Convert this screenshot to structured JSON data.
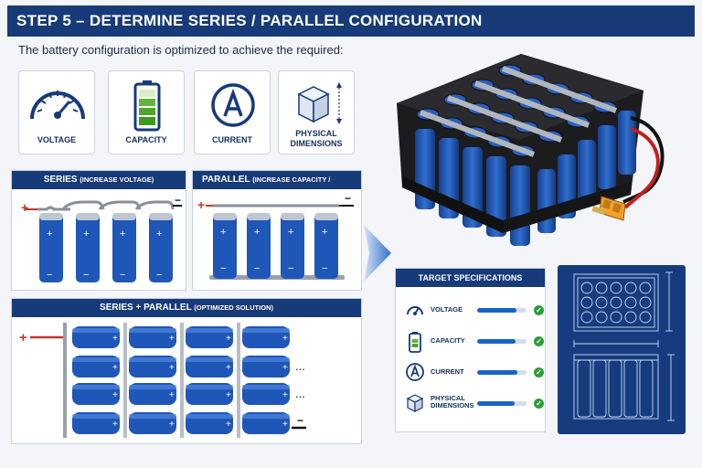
{
  "banner": {
    "title": "STEP 5 – DETERMINE SERIES / PARALLEL CONFIGURATION"
  },
  "intro": "The battery configuration is optimized to achieve the required:",
  "requirements": [
    {
      "label": "VOLTAGE",
      "icon": "gauge-icon"
    },
    {
      "label": "CAPACITY",
      "icon": "battery-icon"
    },
    {
      "label": "CURRENT",
      "icon": "ampere-icon"
    },
    {
      "label": "PHYSICAL DIMENSIONS",
      "icon": "cube-icon"
    }
  ],
  "series_panel": {
    "title": "SERIES",
    "note": "(INCREASE VOLTAGE)",
    "plus": "+",
    "minus": "−"
  },
  "parallel_panel": {
    "title": "PARALLEL",
    "note": "(INCREASE CAPACITY / CURRENT)",
    "plus": "+",
    "minus": "−"
  },
  "combo_panel": {
    "title": "SERIES + PARALLEL",
    "note": "(OPTIMIZED SOLUTION)",
    "plus": "+",
    "minus": "−",
    "ellipsis": "..."
  },
  "cell_marks": {
    "plus": "+",
    "minus": "−"
  },
  "spec": {
    "title": "TARGET SPECIFICATIONS",
    "rows": [
      {
        "label": "VOLTAGE",
        "icon": "gauge-icon",
        "progress": 0.8
      },
      {
        "label": "CAPACITY",
        "icon": "battery-icon",
        "progress": 0.78
      },
      {
        "label": "CURRENT",
        "icon": "ampere-icon",
        "progress": 0.82
      },
      {
        "label": "PHYSICAL DIMENSIONS",
        "icon": "cube-icon",
        "progress": 0.76
      }
    ],
    "check_glyph": "✓"
  },
  "colors": {
    "navy": "#173a78",
    "cell_blue": "#1f57b8",
    "accent_blue": "#1a63c4",
    "check_green": "#2c9d3a",
    "connector": "#f2a02b"
  }
}
